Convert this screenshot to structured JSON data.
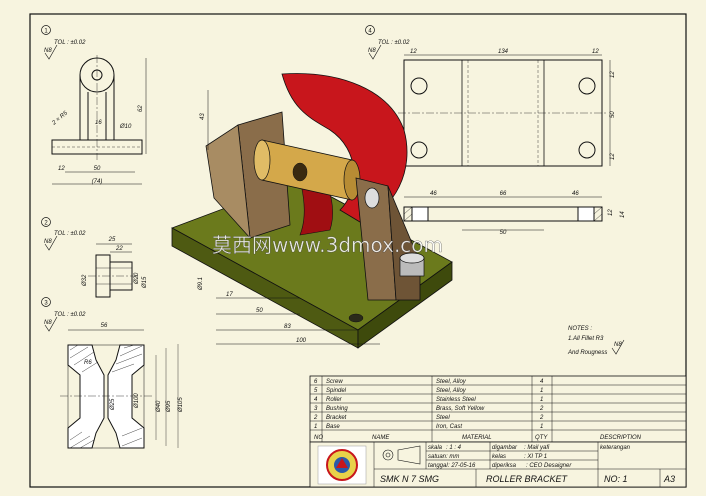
{
  "views": {
    "view1": {
      "num": "1",
      "tol": "TOL : ±0.02",
      "rough": "N8",
      "d1": "50",
      "d2": "12",
      "d3": "(74)",
      "d4": "16",
      "d5": "62",
      "d6": "2 × R5",
      "d7": "Ø10"
    },
    "view2": {
      "num": "2",
      "tol": "TOL : ±0.02",
      "rough": "N8",
      "d1": "25",
      "d2": "22",
      "d3": "Ø32",
      "d4": "Ø20",
      "d5": "Ø15"
    },
    "view3": {
      "num": "3",
      "tol": "TOL : ±0.02",
      "rough": "N8",
      "d1": "56",
      "d2": "R6",
      "d3": "Ø25",
      "d4": "Ø40",
      "d5": "Ø95",
      "d6": "Ø105",
      "d7": "Ø100"
    },
    "view4": {
      "num": "4",
      "tol": "TOL : ±0.02",
      "rough": "N8",
      "d1": "12",
      "d2": "134",
      "d3": "12",
      "d4": "12",
      "d5": "50",
      "d6": "12",
      "d7": "46",
      "d8": "66",
      "d9": "46",
      "d10": "12",
      "d11": "14",
      "d12": "50"
    },
    "iso": {
      "d1": "43",
      "d2": "17",
      "d3": "50",
      "d4": "83",
      "d5": "100",
      "d6": "Ø9.1"
    }
  },
  "watermark": "莫西网www.3dmox.com",
  "notes": {
    "line1": "NOTES :",
    "line2": "1.All Fillet R3",
    "line3": "And Rougness",
    "rough": "N8"
  },
  "parts": [
    {
      "no": "6",
      "name": "Screw",
      "material": "Steel, Alloy",
      "qty": "4"
    },
    {
      "no": "5",
      "name": "Spindel",
      "material": "Steel, Alloy",
      "qty": "1"
    },
    {
      "no": "4",
      "name": "Roller",
      "material": "Stainless Steel",
      "qty": "1"
    },
    {
      "no": "3",
      "name": "Bushing",
      "material": "Brass, Soft Yellow",
      "qty": "2"
    },
    {
      "no": "2",
      "name": "Bracket",
      "material": "Steel",
      "qty": "2"
    },
    {
      "no": "1",
      "name": "Base",
      "material": "Iron, Cast",
      "qty": "1"
    }
  ],
  "headers": {
    "no": "NO",
    "name": "NAME",
    "material": "MATERIAL",
    "qty": "QTY",
    "desc": "DESCRIPTION"
  },
  "title": {
    "skala_l": "skala",
    "skala_v": ": 1 : 4",
    "digambar_l": "digambar",
    "digambar_v": ": Mail yafi",
    "keterangan": "keterangan",
    "satuan_l": "satuan",
    "satuan_v": ": mm",
    "kelas_l": "kelas",
    "kelas_v": ": XI TP 1",
    "tanggal_l": "tanggal",
    "tanggal_v": ": 27-05-16",
    "diperiksa_l": "diperiksa",
    "diperiksa_v": ": CEO Desaigner",
    "school": "SMK N 7 SMG",
    "drawing": "ROLLER BRACKET",
    "number": "NO: 1",
    "size": "A3"
  },
  "colors": {
    "sheet": "#f7f4df",
    "roller": "#c8161c",
    "base": "#6b7a1c",
    "bracket": "#8a6d4a",
    "bushing": "#d4a84a"
  }
}
